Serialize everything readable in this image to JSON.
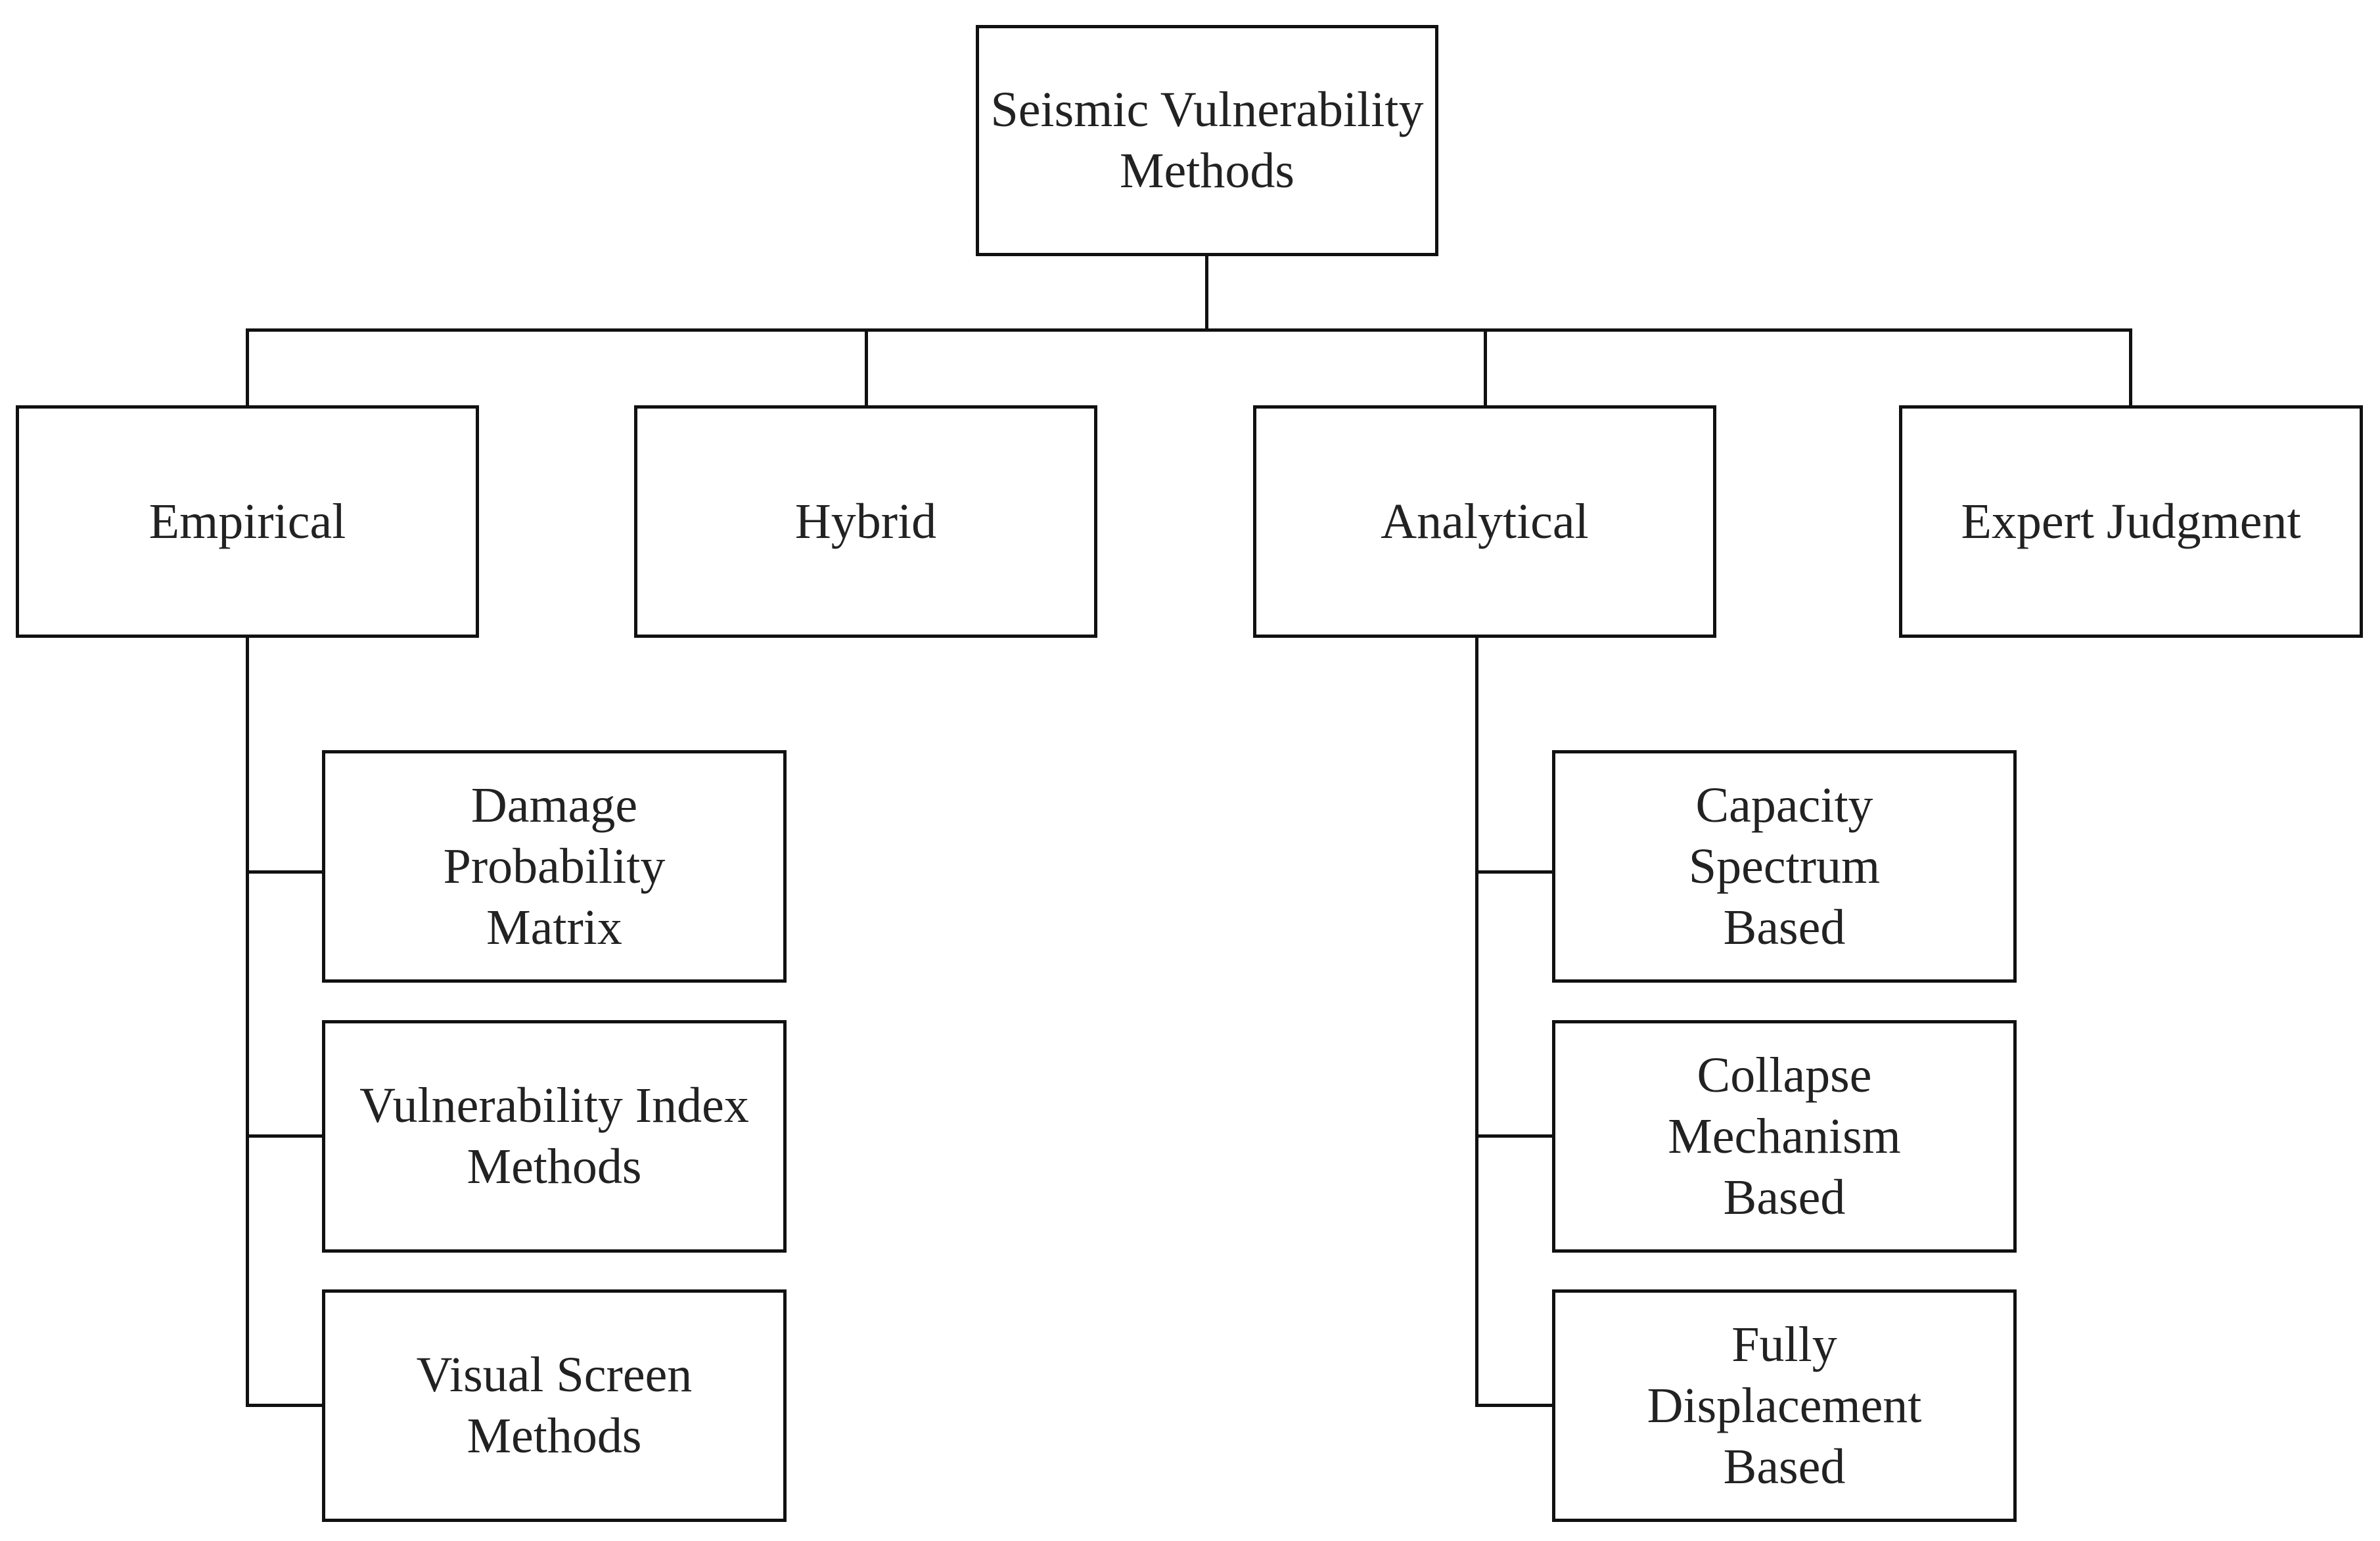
{
  "diagram": {
    "root": {
      "label": "Seismic Vulnerability\nMethods"
    },
    "categories": [
      {
        "label": "Empirical"
      },
      {
        "label": "Hybrid"
      },
      {
        "label": "Analytical"
      },
      {
        "label": "Expert Judgment"
      }
    ],
    "empirical_methods": [
      {
        "label": "Damage\nProbability\nMatrix"
      },
      {
        "label": "Vulnerability Index\nMethods"
      },
      {
        "label": "Visual Screen\nMethods"
      }
    ],
    "analytical_methods": [
      {
        "label": "Capacity\nSpectrum\nBased"
      },
      {
        "label": "Collapse\nMechanism\nBased"
      },
      {
        "label": "Fully\nDisplacement\nBased"
      }
    ],
    "colors": {
      "line": "#111111",
      "box_fill": "#ffffff",
      "text": "#222222"
    }
  }
}
